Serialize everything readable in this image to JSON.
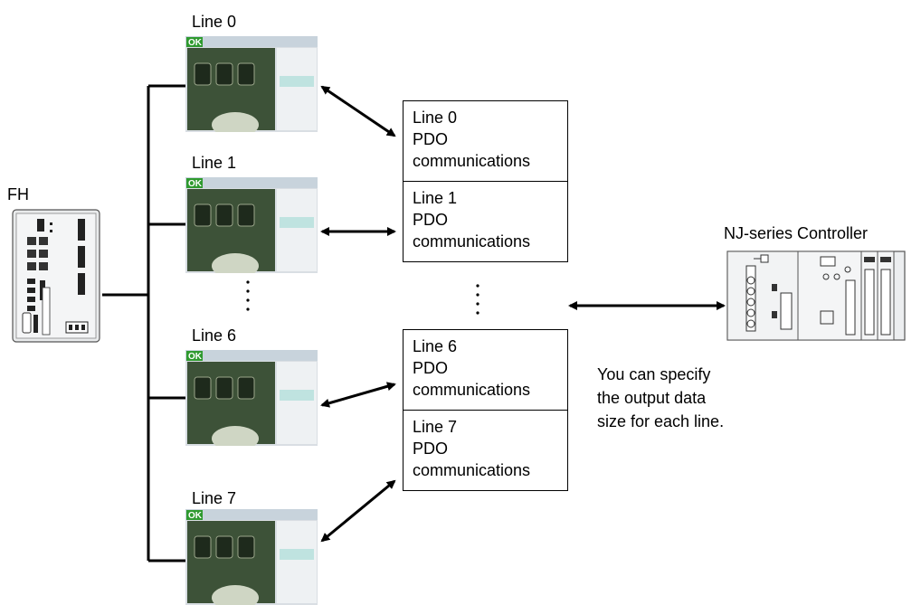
{
  "fh_label": "FH",
  "controller_label": "NJ-series Controller",
  "screens": [
    {
      "label": "Line 0",
      "ok_text": "OK"
    },
    {
      "label": "Line 1",
      "ok_text": "OK"
    },
    {
      "label": "Line 6",
      "ok_text": "OK"
    },
    {
      "label": "Line 7",
      "ok_text": "OK"
    }
  ],
  "pdo_boxes": [
    {
      "line": "Line 0",
      "type": "PDO",
      "text": "communications"
    },
    {
      "line": "Line 1",
      "type": "PDO",
      "text": "communications"
    },
    {
      "line": "Line 6",
      "type": "PDO",
      "text": "communications"
    },
    {
      "line": "Line 7",
      "type": "PDO",
      "text": "communications"
    }
  ],
  "note": [
    "You can specify",
    "the output data",
    "size for each line."
  ],
  "colors": {
    "screen_bg": "#3d5238",
    "ok_bg": "#2f9a2f",
    "panel": "#e8ecef"
  }
}
